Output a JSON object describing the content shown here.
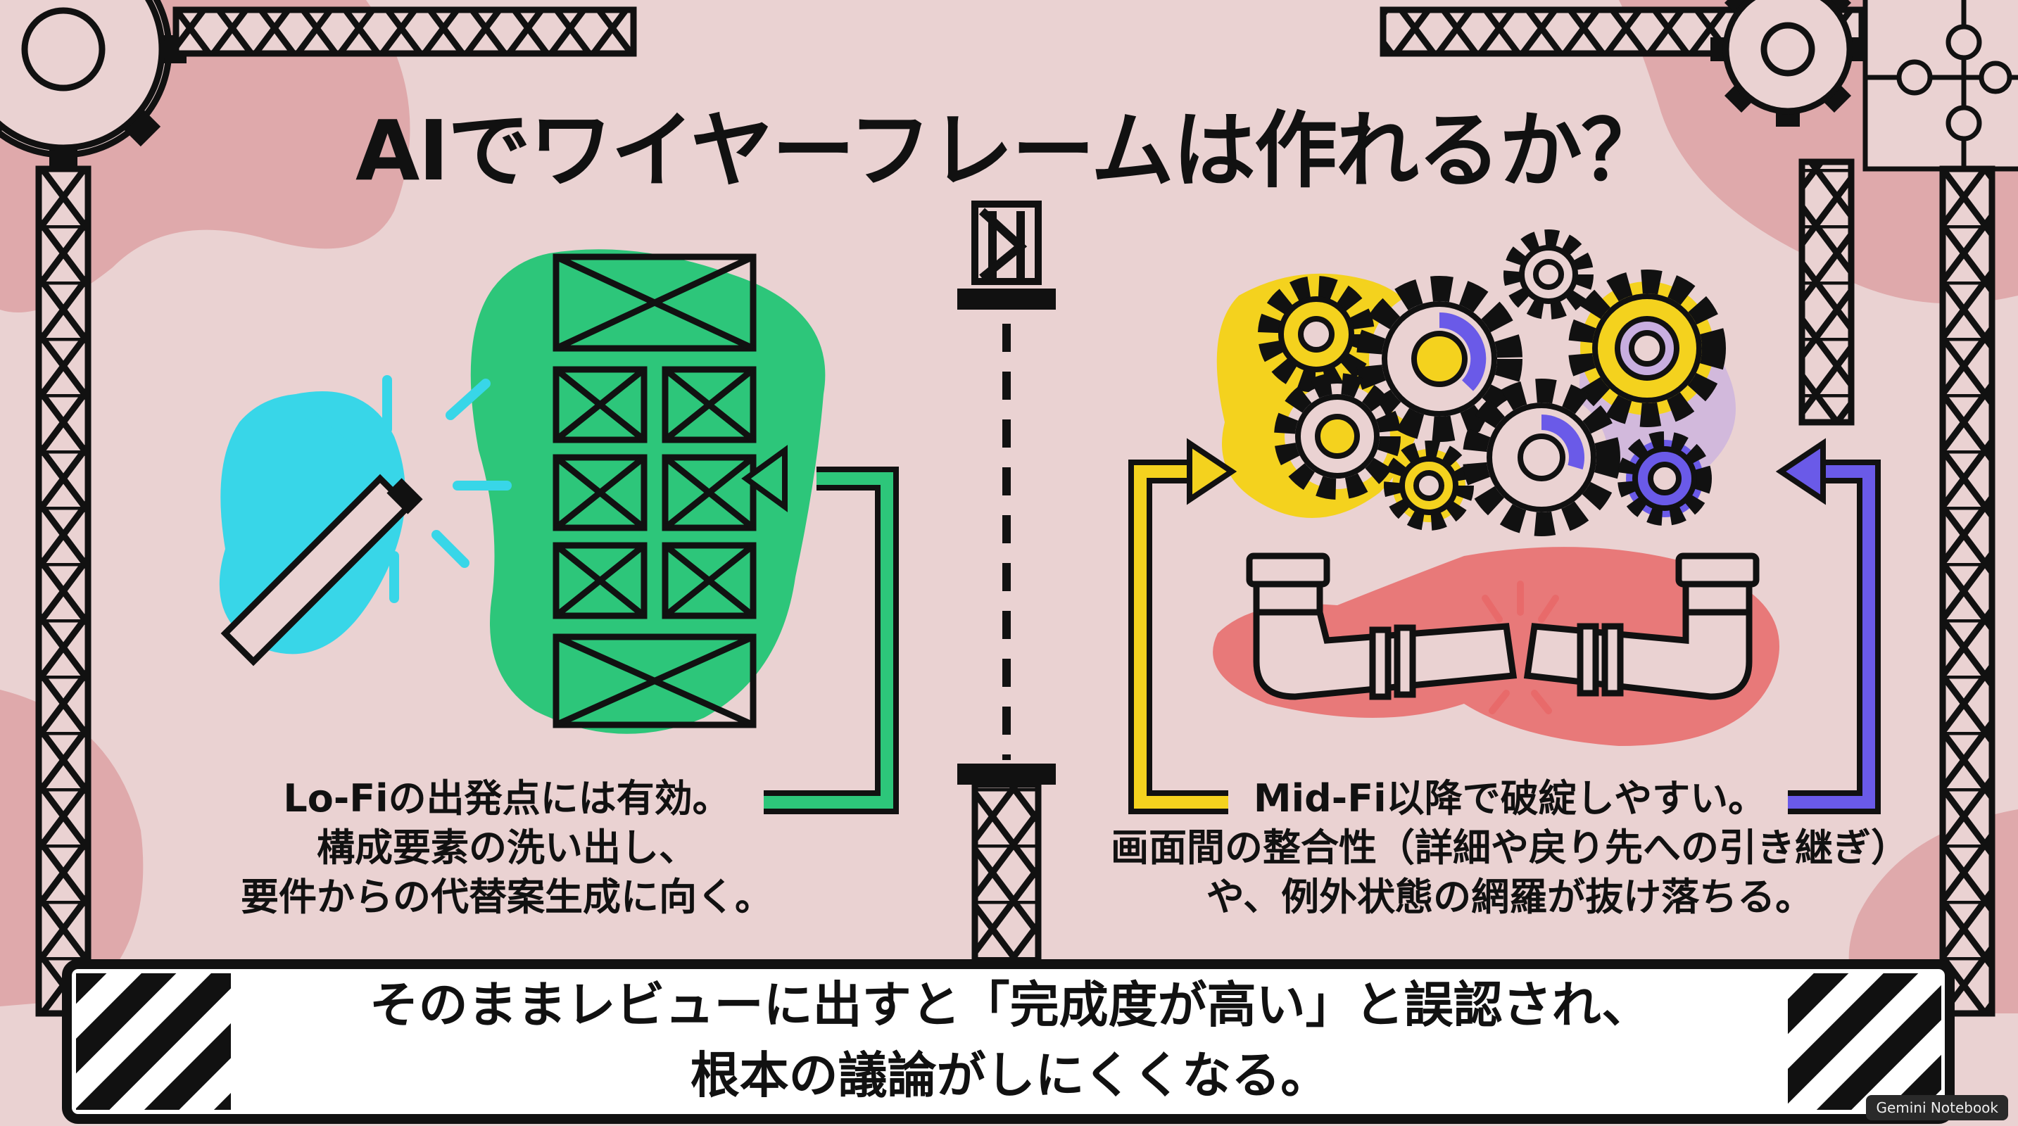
{
  "title": "AIでワイヤーフレームは作れるか？",
  "left_caption": [
    "Lo-Fiの出発点には有効。",
    "構成要素の洗い出し、",
    "要件からの代替案生成に向く。"
  ],
  "right_caption": [
    "Mid-Fi以降で破綻しやすい。",
    "画面間の整合性（詳細や戻り先への引き継ぎ）",
    "や、例外状態の網羅が抜け落ちる。"
  ],
  "banner": [
    "そのままレビューに出すと「完成度が高い」と誤認され、",
    "根本の議論がしにくくなる。"
  ],
  "badge": "Gemini Notebook",
  "colors": {
    "background": "#ead2d2",
    "blob": "#dfa9ab",
    "green": "#2dc67a",
    "cyan": "#38d6e8",
    "yellow": "#f4d21e",
    "purple": "#6a5ae8",
    "red": "#e86a6a",
    "ink": "#111111"
  },
  "icons": [
    "gear-icon",
    "magic-wand-icon",
    "wireframe-grid-icon",
    "arrow-icon",
    "broken-pipe-icon",
    "puzzle-icon",
    "truss-icon"
  ]
}
